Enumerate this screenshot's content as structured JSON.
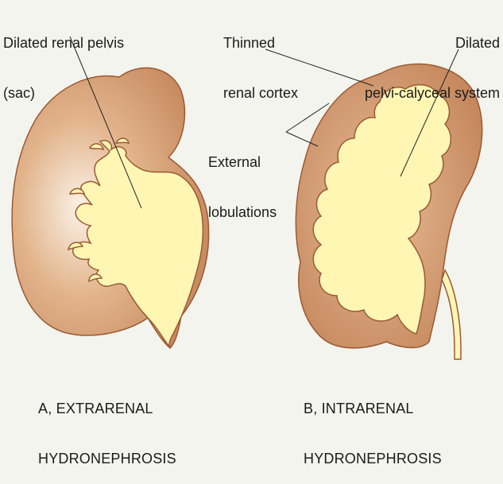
{
  "labels": {
    "dilated_renal_pelvis_line1": "Dilated renal pelvis",
    "dilated_renal_pelvis_line2": "(sac)",
    "thinned_cortex_line1": "Thinned",
    "thinned_cortex_line2": "renal cortex",
    "dilated_system_line1": "Dilated",
    "dilated_system_line2": "pelvi-calyceal system",
    "lobulations_line1": "External",
    "lobulations_line2": "lobulations"
  },
  "captions": {
    "a_line1": "A, EXTRARENAL",
    "a_line2": "HYDRONEPHROSIS",
    "b_line1": "B, INTRARENAL",
    "b_line2": "HYDRONEPHROSIS"
  },
  "colors": {
    "background": "#f4f4ee",
    "kidney_tissue": "#c98b5e",
    "kidney_highlight": "#f7ead8",
    "pelvis_fill": "#fff6b4",
    "outline": "#9a5a33",
    "leader": "#222222"
  }
}
